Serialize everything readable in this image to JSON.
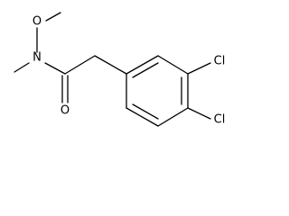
{
  "atoms": {
    "oxygen_methoxy": "O",
    "nitrogen": "N",
    "oxygen_carbonyl": "O",
    "chlorine_3": "Cl",
    "chlorine_4": "Cl"
  },
  "colors": {
    "bond": "#000000",
    "label": "#000000",
    "background": "#ffffff"
  }
}
